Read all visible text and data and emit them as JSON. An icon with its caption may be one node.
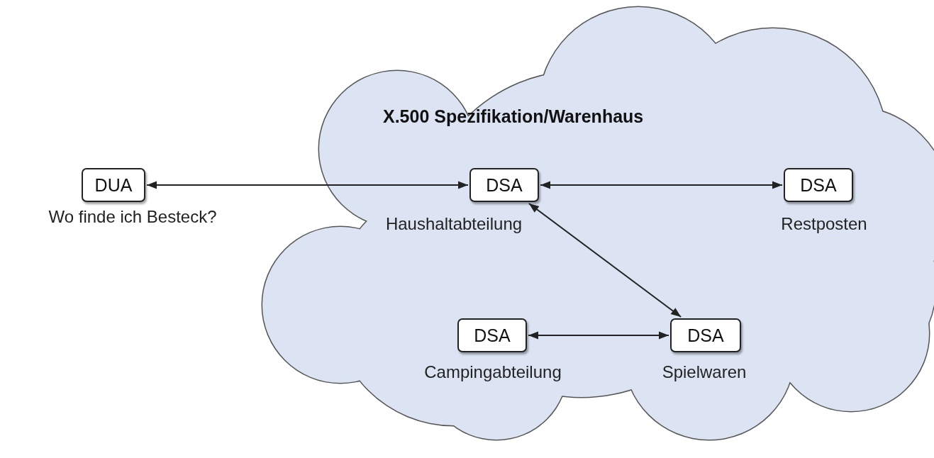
{
  "diagram": {
    "nodes": [
      {
        "text": [
          "X.500 Spezifikation/Warenhaus"
        ]
      },
      {
        "text": [
          "DUA"
        ],
        "beside": [
          "Wo finde ich Besteck?"
        ]
      },
      {
        "text": [
          "DSA"
        ],
        "in": 0,
        "beside": [
          "Haushaltabteilung"
        ]
      },
      {
        "text": [
          "DSA"
        ],
        "in": 0,
        "beside": [
          "Restposten"
        ]
      },
      {
        "text": [
          "DSA"
        ],
        "in": 0,
        "beside": [
          "Campingabteilung"
        ]
      },
      {
        "text": [
          "DSA"
        ],
        "in": 0,
        "beside": [
          "Spielwaren"
        ]
      }
    ],
    "edges": [
      {
        "from": 1,
        "to": 2,
        "arrow": "both"
      },
      {
        "from": 2,
        "to": 3,
        "arrow": "both"
      },
      {
        "from": 2,
        "to": 5,
        "arrow": "both"
      },
      {
        "from": 4,
        "to": 5,
        "arrow": "both"
      }
    ]
  }
}
